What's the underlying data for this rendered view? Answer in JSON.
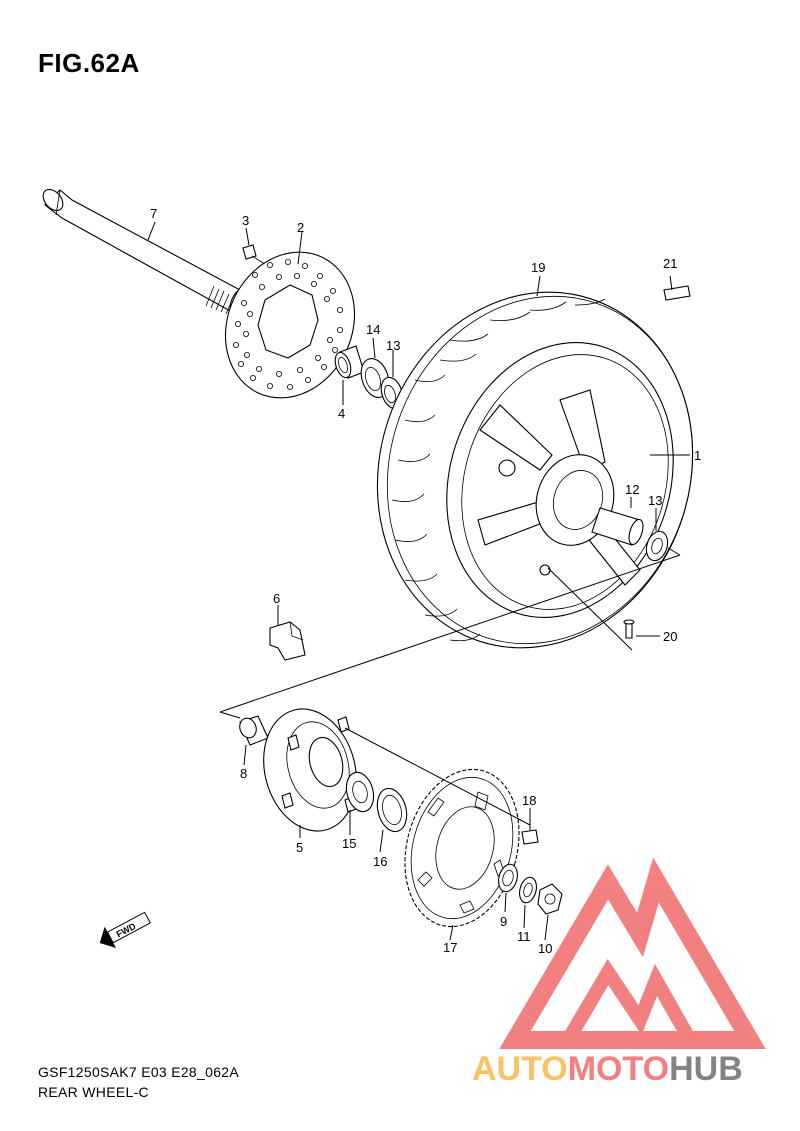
{
  "figure": {
    "title": "FIG.62A",
    "model_code": "GSF1250SAK7 E03 E28_062A",
    "section_name": "REAR WHEEL-C"
  },
  "direction_label": "FWD",
  "watermark": {
    "text_part1": "AUTO",
    "text_part2": "MOTO",
    "text_part3": "HUB",
    "colors": {
      "triangle": "#f26b6b",
      "part1": "#f7b84b",
      "part2": "#f26b6b",
      "part3": "#6e6e6e"
    }
  },
  "callouts": [
    "1",
    "2",
    "3",
    "4",
    "5",
    "6",
    "7",
    "8",
    "9",
    "10",
    "11",
    "12",
    "13",
    "13",
    "14",
    "15",
    "16",
    "17",
    "18",
    "19",
    "20",
    "21"
  ]
}
